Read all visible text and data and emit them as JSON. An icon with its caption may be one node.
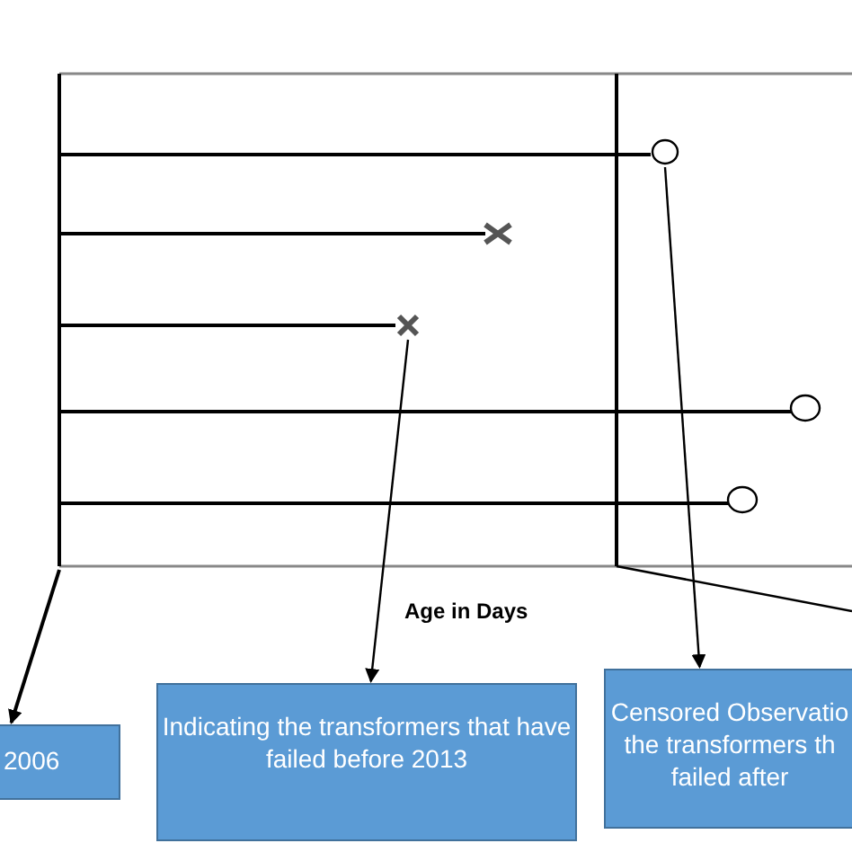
{
  "diagram": {
    "nodes": [
      {
        "text": [
          "2006"
        ]
      },
      {
        "text": [
          "Indicating the transformers that have failed before 2013"
        ]
      },
      {
        "text": [
          "Censored Observatio the transformers th failed after"
        ]
      },
      {
        "text": [],
        "shape": "cross"
      },
      {
        "text": [],
        "shape": "circle"
      }
    ],
    "edges": [
      {
        "from": null,
        "to": 0,
        "arrow": "to"
      },
      {
        "from": 3,
        "to": 1,
        "arrow": "to"
      },
      {
        "from": 4,
        "to": 2,
        "arrow": "to"
      }
    ],
    "labels": [
      "Age in Days"
    ]
  }
}
